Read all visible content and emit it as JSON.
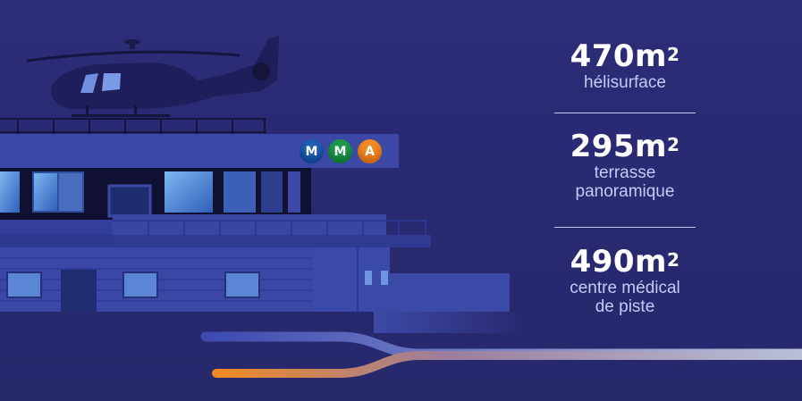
{
  "stats": [
    {
      "value": "470m",
      "sup": "2",
      "label_lines": [
        "hélisurface"
      ]
    },
    {
      "value": "295m",
      "sup": "2",
      "label_lines": [
        "terrasse",
        "panoramique"
      ]
    },
    {
      "value": "490m",
      "sup": "2",
      "label_lines": [
        "centre médical",
        "de piste"
      ]
    }
  ],
  "logos": [
    {
      "letter": "M",
      "color": "#1f5fb5"
    },
    {
      "letter": "M",
      "color": "#1e9a4c"
    },
    {
      "letter": "A",
      "color": "#f08a24"
    }
  ],
  "colors": {
    "background": "#2a2a74",
    "building": "#3a46a0",
    "building_dark": "#161640",
    "window": "#5a8fd8",
    "text": "#ffffff",
    "label": "#bfcdf6",
    "trail_teal": "#1aa89a",
    "trail_orange": "#f08a24",
    "trail_blue": "#4a5cc8"
  },
  "icons": [
    "helicopter-icon"
  ]
}
